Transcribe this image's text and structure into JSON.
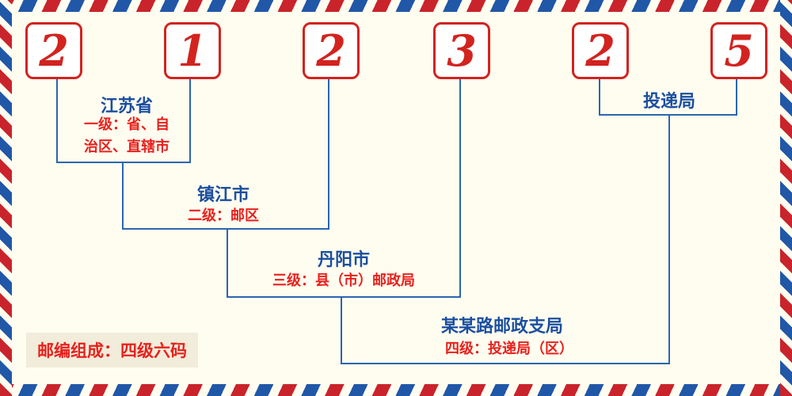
{
  "digits": [
    "2",
    "1",
    "2",
    "3",
    "2",
    "5"
  ],
  "levels": {
    "level1": {
      "place": "江苏省",
      "desc_lines": [
        "一级：省、自",
        "治区、直辖市"
      ]
    },
    "level2": {
      "place": "镇江市",
      "desc": "二级：邮区"
    },
    "level3": {
      "place": "丹阳市",
      "desc": "三级：县（市）邮政局"
    },
    "level4": {
      "place": "某某路邮政支局",
      "desc": "四级：投递局（区）"
    },
    "delivery_label": "投递局"
  },
  "footer": {
    "text": "邮编组成：四级六码"
  },
  "colors": {
    "digit_red": "#d2231f",
    "text_red": "#e8211d",
    "text_blue": "#1b4f9f",
    "line_blue": "#2a66ae",
    "stripe_red": "#c9242b",
    "stripe_blue": "#2157a7",
    "background_cream": "#fffdf0",
    "footer_bg": "#f2ecda"
  }
}
